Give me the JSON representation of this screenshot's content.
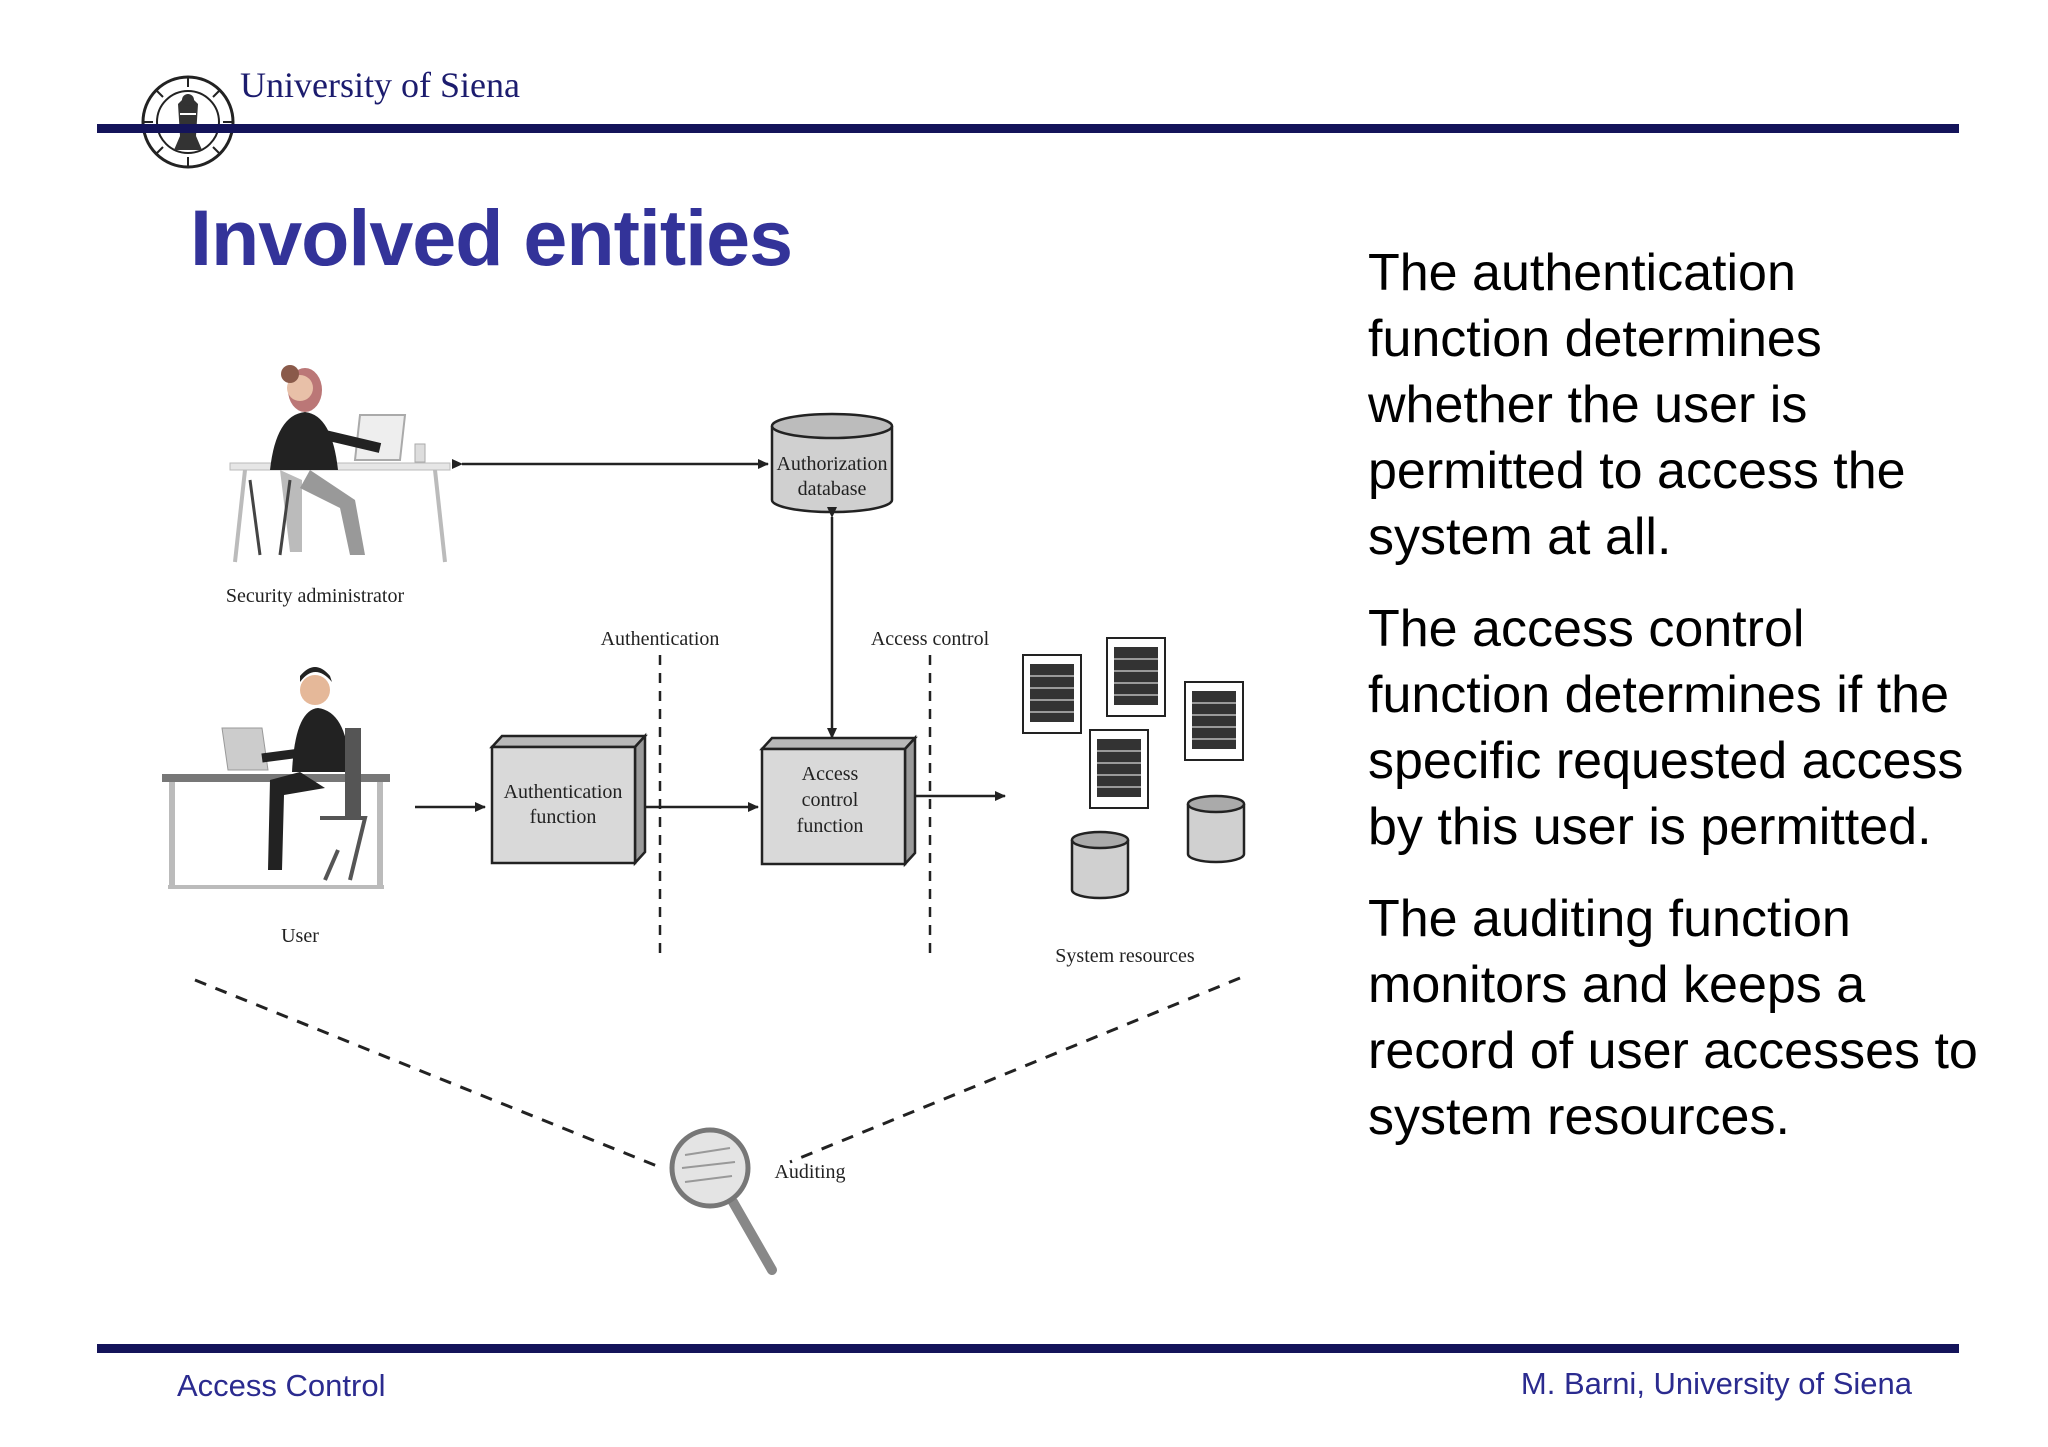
{
  "header": {
    "university": "University of Siena"
  },
  "slide": {
    "title": "Involved entities"
  },
  "diagram": {
    "security_admin_label": "Security administrator",
    "user_label": "User",
    "authorization_db_line1": "Authorization",
    "authorization_db_line2": "database",
    "authentication_section_label": "Authentication",
    "access_control_section_label": "Access control",
    "auth_function_line1": "Authentication",
    "auth_function_line2": "function",
    "acf_line1": "Access",
    "acf_line2": "control",
    "acf_line3": "function",
    "system_resources_label": "System resources",
    "auditing_label": "Auditing"
  },
  "paragraphs": [
    "The authentication function determines whether the user is permitted to access the system at all.",
    "The access control function determines if the specific requested access by this user is permitted.",
    "The auditing function monitors and keeps a record of user accesses to system resources."
  ],
  "footer": {
    "left": "Access Control",
    "right": "M. Barni, University of Siena"
  },
  "colors": {
    "title": "#333399",
    "rule": "#14145a",
    "footer": "#2b2b8f"
  }
}
